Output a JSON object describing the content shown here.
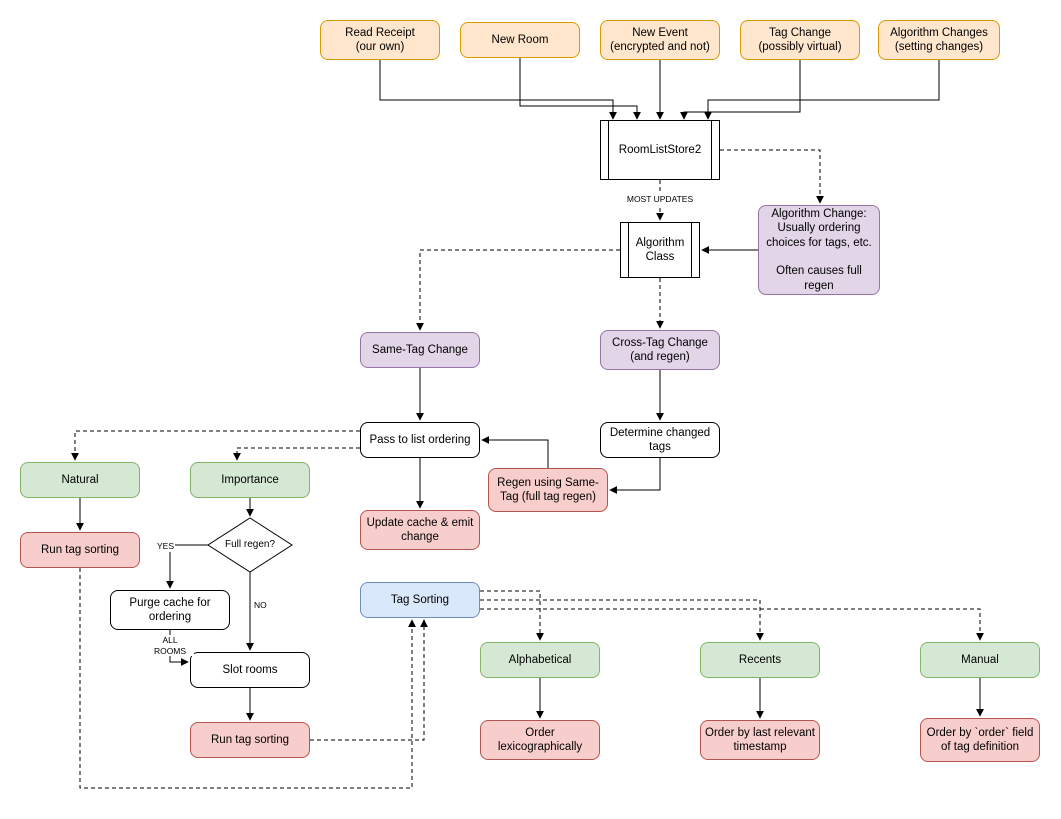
{
  "palette": {
    "background": "#ffffff",
    "line": "#000000",
    "orange_fill": "#ffe6cc",
    "orange_border": "#d79b00",
    "purple_fill": "#e1d5e7",
    "purple_border": "#9673a6",
    "green_fill": "#d5e8d4",
    "green_border": "#82b366",
    "red_fill": "#f8cecc",
    "red_border": "#b85450",
    "blue_fill": "#dae8fc",
    "blue_border": "#6c8ebf"
  },
  "nodes": {
    "read_receipt": {
      "label": "Read Receipt\n(our own)"
    },
    "new_room": {
      "label": "New Room"
    },
    "new_event": {
      "label": "New Event\n(encrypted and not)"
    },
    "tag_change": {
      "label": "Tag Change\n(possibly virtual)"
    },
    "algorithm_changes": {
      "label": "Algorithm Changes\n(setting changes)"
    },
    "room_list_store2": {
      "label": "RoomListStore2"
    },
    "algorithm_class": {
      "label": "Algorithm\nClass"
    },
    "algorithm_change_note": {
      "label": "Algorithm Change:\nUsually ordering\nchoices for tags, etc.\n\nOften causes full\nregen"
    },
    "same_tag_change": {
      "label": "Same-Tag Change"
    },
    "cross_tag_change": {
      "label": "Cross-Tag Change\n(and regen)"
    },
    "pass_to_list_ordering": {
      "label": "Pass to list ordering"
    },
    "determine_changed_tags": {
      "label": "Determine changed\ntags"
    },
    "regen_using_same_tag": {
      "label": "Regen using Same-\nTag (full tag regen)"
    },
    "update_cache": {
      "label": "Update cache & emit\nchange"
    },
    "natural": {
      "label": "Natural"
    },
    "importance": {
      "label": "Importance"
    },
    "run_tag_sorting_natural": {
      "label": "Run tag sorting"
    },
    "full_regen": {
      "label": "Full regen?"
    },
    "purge_cache": {
      "label": "Purge cache for\nordering"
    },
    "slot_rooms": {
      "label": "Slot rooms"
    },
    "run_tag_sorting_slot": {
      "label": "Run tag sorting"
    },
    "tag_sorting": {
      "label": "Tag Sorting"
    },
    "alphabetical": {
      "label": "Alphabetical"
    },
    "recents": {
      "label": "Recents"
    },
    "manual": {
      "label": "Manual"
    },
    "order_lexicographically": {
      "label": "Order\nlexicographically"
    },
    "order_by_timestamp": {
      "label": "Order by last relevant\ntimestamp"
    },
    "order_by_order_field": {
      "label": "Order by `order` field\nof tag definition"
    }
  },
  "edge_labels": {
    "most_updates": "MOST UPDATES",
    "yes": "YES",
    "no": "NO",
    "all_rooms": "ALL\nROOMS"
  }
}
